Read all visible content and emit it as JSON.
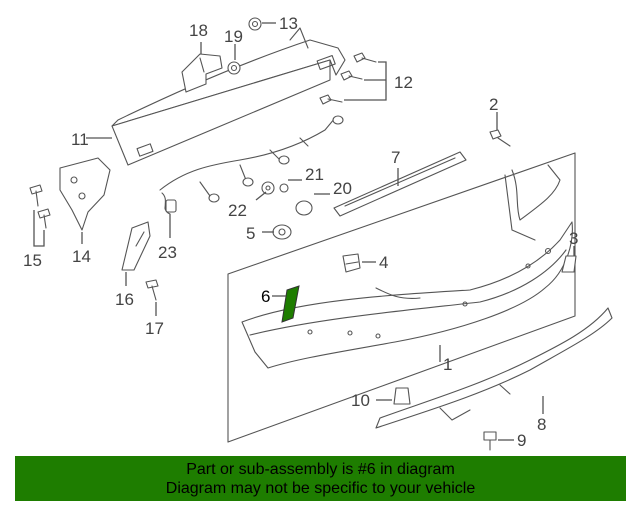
{
  "diagram": {
    "highlight_color": "#1e7d00",
    "labels": [
      "1",
      "2",
      "3",
      "4",
      "5",
      "6",
      "7",
      "8",
      "9",
      "10",
      "11",
      "12",
      "13",
      "14",
      "15",
      "16",
      "17",
      "18",
      "19",
      "20",
      "21",
      "22",
      "23"
    ]
  },
  "banner": {
    "line1": "Part or sub-assembly is #6 in diagram",
    "line2": "Diagram may not be specific to your vehicle",
    "background": "#1e7d00"
  }
}
